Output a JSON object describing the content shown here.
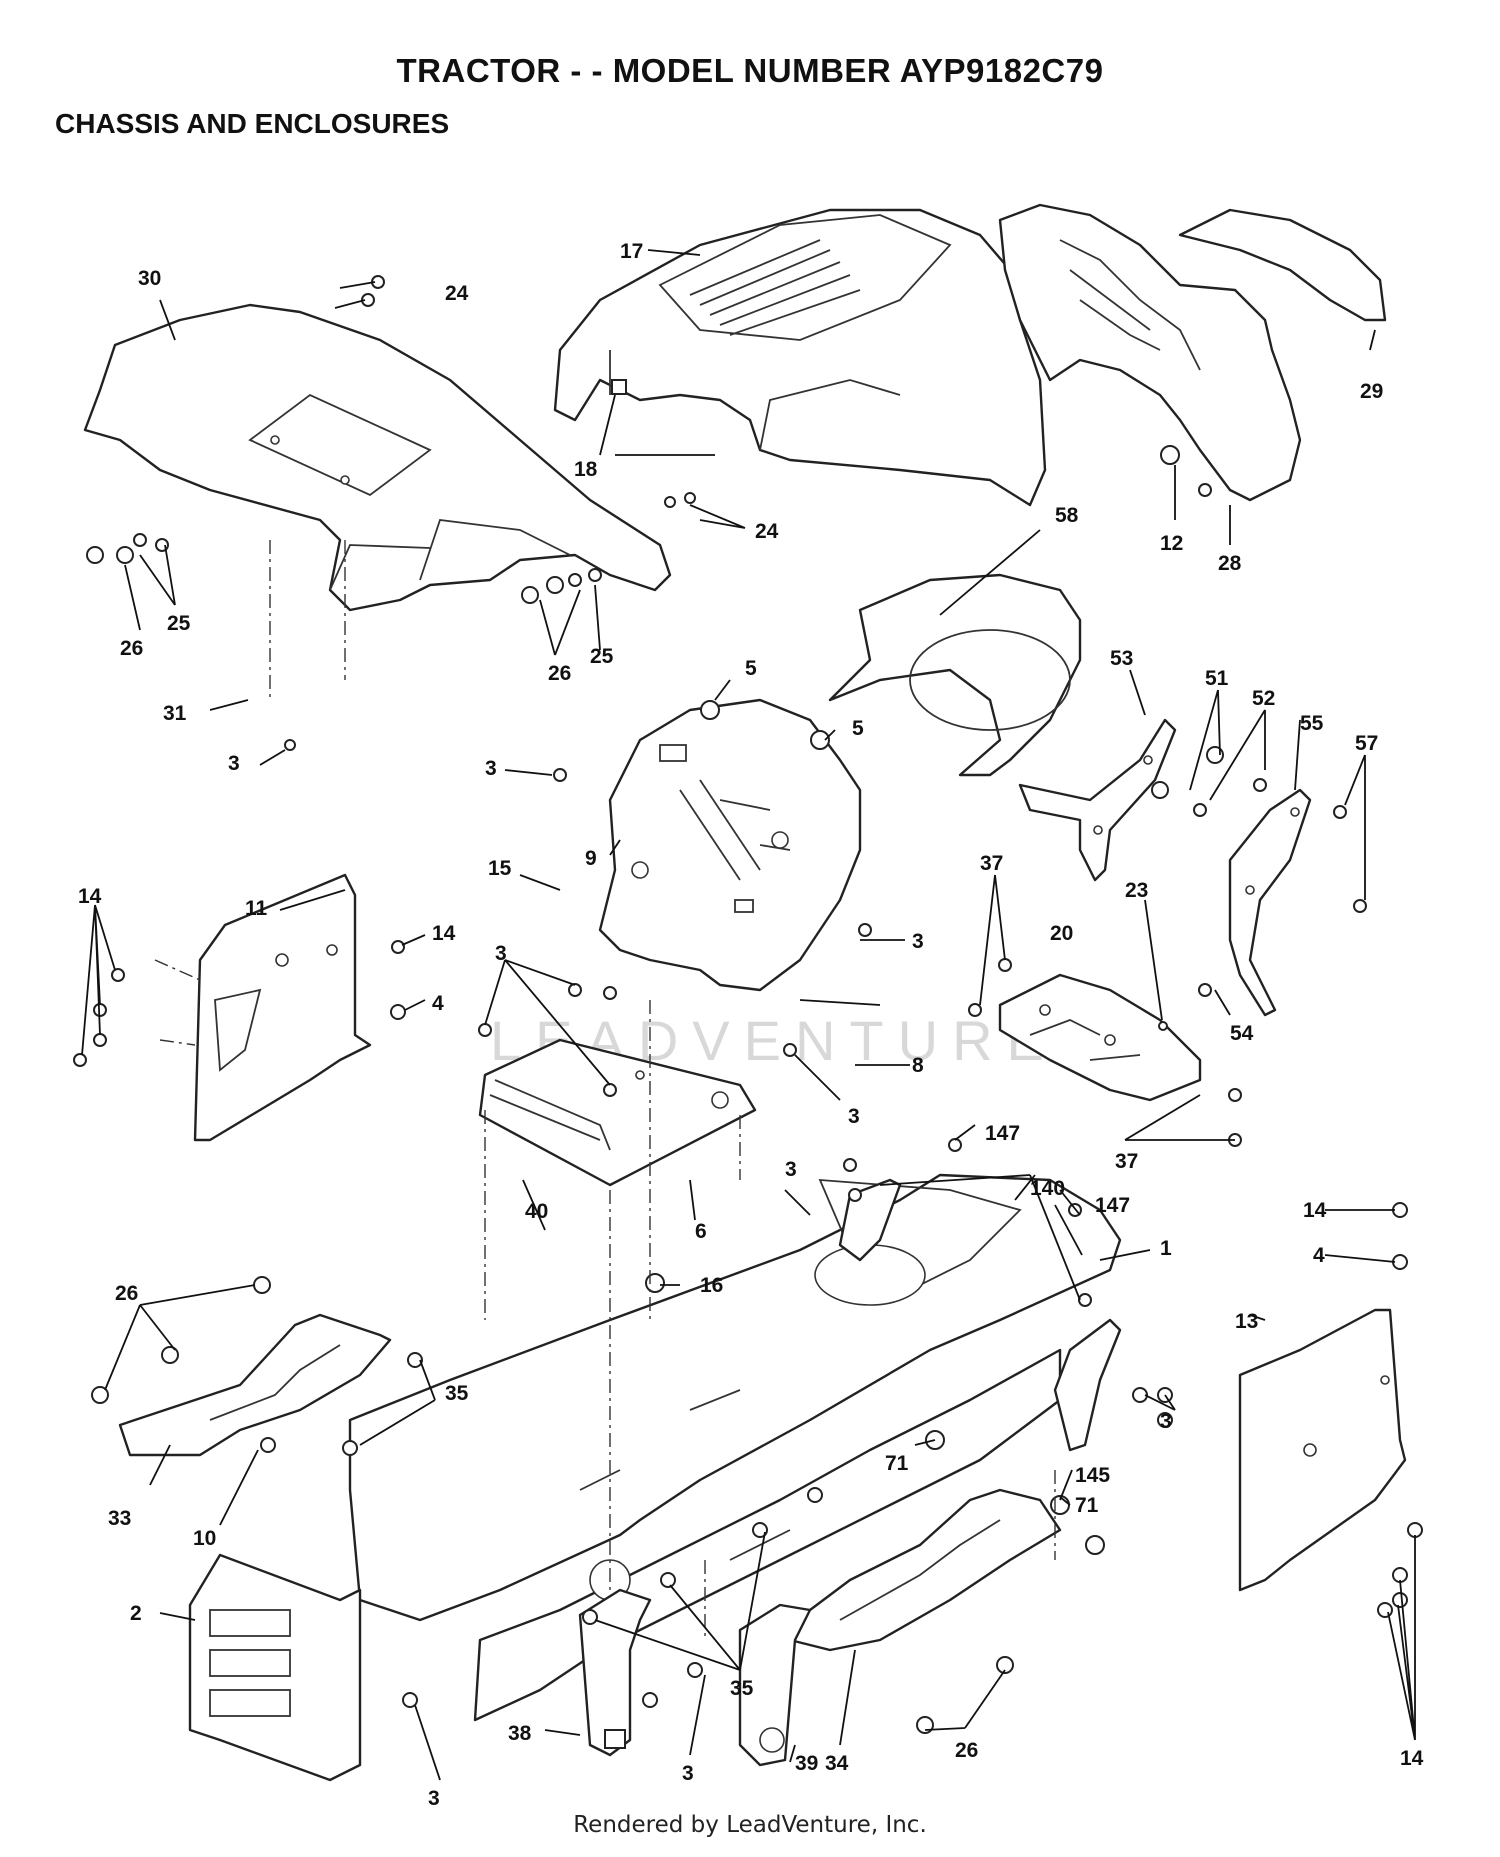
{
  "header": {
    "title": "TRACTOR - - MODEL NUMBER AYP9182C79",
    "subtitle": "CHASSIS AND ENCLOSURES"
  },
  "footer": {
    "credit": "Rendered by LeadVenture, Inc."
  },
  "watermark": {
    "text": "LEADVENTURE"
  },
  "callouts": {
    "c30": "30",
    "c24a": "24",
    "c17": "17",
    "c29": "29",
    "c18": "18",
    "c24b": "24",
    "c12": "12",
    "c28": "28",
    "c25a": "25",
    "c26a": "26",
    "c26b": "26",
    "c25b": "25",
    "c58": "58",
    "c31": "31",
    "c3a": "3",
    "c5a": "5",
    "c5b": "5",
    "c3b": "3",
    "c53": "53",
    "c51": "51",
    "c52": "52",
    "c55": "55",
    "c57": "57",
    "c9": "9",
    "c14a": "14",
    "c11": "11",
    "c14b": "14",
    "c4a": "4",
    "c15": "15",
    "c3c": "3",
    "c37a": "37",
    "c20": "20",
    "c23": "23",
    "c54": "54",
    "c3d": "3",
    "c8": "8",
    "c3e": "3",
    "c37b": "37",
    "c147a": "147",
    "c140": "140",
    "c147b": "147",
    "c3f": "3",
    "c40": "40",
    "c6": "6",
    "c1": "1",
    "c14c": "14",
    "c4b": "4",
    "c16": "16",
    "c26c": "26",
    "c13": "13",
    "c35a": "35",
    "c3g": "3",
    "c71a": "71",
    "c145": "145",
    "c71b": "71",
    "c33": "33",
    "c10": "10",
    "c2": "2",
    "c35b": "35",
    "c38": "38",
    "c34": "34",
    "c26d": "26",
    "c14d": "14",
    "c3h": "3",
    "c3i": "3",
    "c39": "39"
  }
}
